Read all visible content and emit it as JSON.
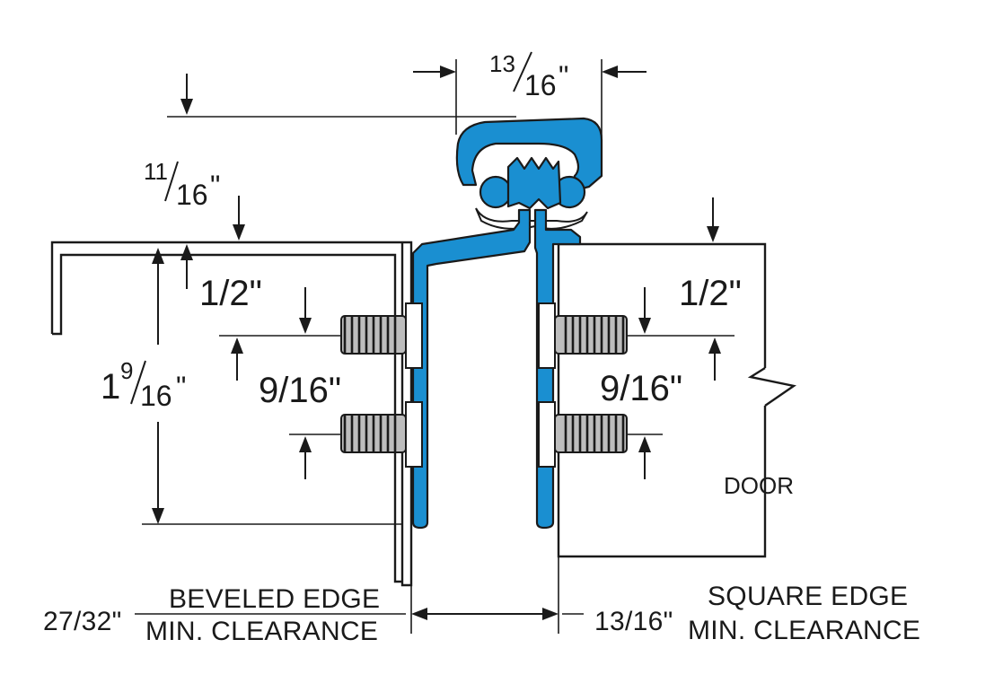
{
  "colors": {
    "hinge_blue": "#1a8fd1",
    "line": "#1a1a1a",
    "screw_gray": "#bdbdbd",
    "background": "#ffffff"
  },
  "dimensions": {
    "top_width": {
      "whole": "",
      "numerator": "13",
      "denominator": "16",
      "unit": "\""
    },
    "frame_offset": {
      "whole": "",
      "numerator": "11",
      "denominator": "16",
      "unit": "\""
    },
    "overall_height": {
      "whole": "1",
      "numerator": "9",
      "denominator": "16",
      "unit": "\""
    },
    "left_top_screw": "1/2\"",
    "left_screw_spacing": "9/16\"",
    "right_top_screw": "1/2\"",
    "right_screw_spacing": "9/16\""
  },
  "clearance": {
    "beveled_value": "27/32\"",
    "beveled_line1": "BEVELED EDGE",
    "beveled_line2": "MIN. CLEARANCE",
    "square_value": "13/16\"",
    "square_line1": "SQUARE EDGE",
    "square_line2": "MIN. CLEARANCE"
  },
  "labels": {
    "door": "DOOR"
  }
}
